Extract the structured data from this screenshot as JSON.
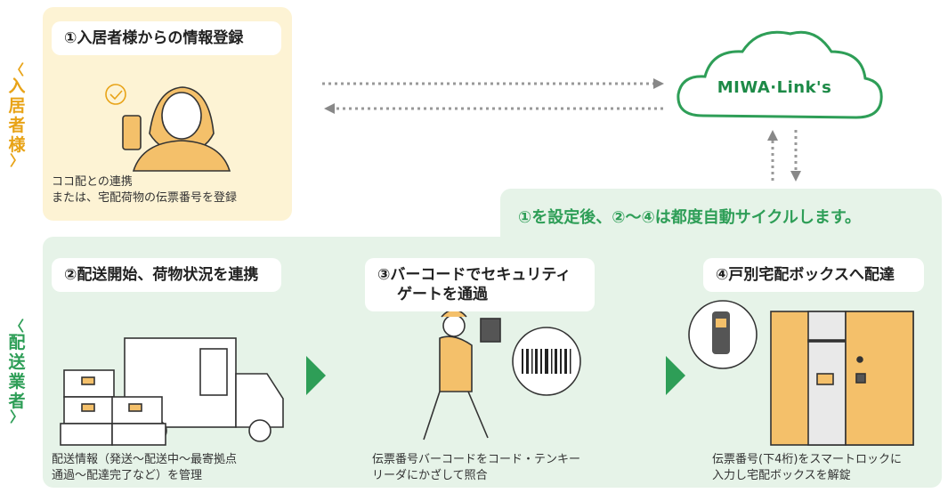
{
  "side_labels": {
    "resident": {
      "open": "〈",
      "text": "入居者様",
      "close": "〉"
    },
    "delivery": {
      "open": "〈",
      "text": "配送業者",
      "close": "〉"
    }
  },
  "steps": [
    {
      "title": "①入居者様からの情報登録",
      "caption_lines": [
        "ココ配との連携",
        "または、宅配荷物の伝票番号を登録"
      ]
    },
    {
      "title": "②配送開始、荷物状況を連携",
      "caption_lines": [
        "配送情報（発送～配送中～最寄拠点",
        "通過～配達完了など）を管理"
      ]
    },
    {
      "title_lines": [
        "③バーコードでセキュリティ",
        "ゲートを通過"
      ],
      "caption_lines": [
        "伝票番号バーコードをコード・テンキー",
        "リーダにかざして照合"
      ]
    },
    {
      "title": "④戸別宅配ボックスへ配達",
      "caption_lines": [
        "伝票番号(下4桁)をスマートロックに",
        "入力し宅配ボックスを解錠"
      ]
    }
  ],
  "cycle_note": "①を設定後、②～④は都度自動サイクルします。",
  "cloud": {
    "logo": "MIWA·Link's"
  },
  "colors": {
    "orange": "#e8a317",
    "green": "#2e9e57",
    "resident_bg": "#fdf3d4",
    "delivery_bg": "#e6f3e8"
  }
}
